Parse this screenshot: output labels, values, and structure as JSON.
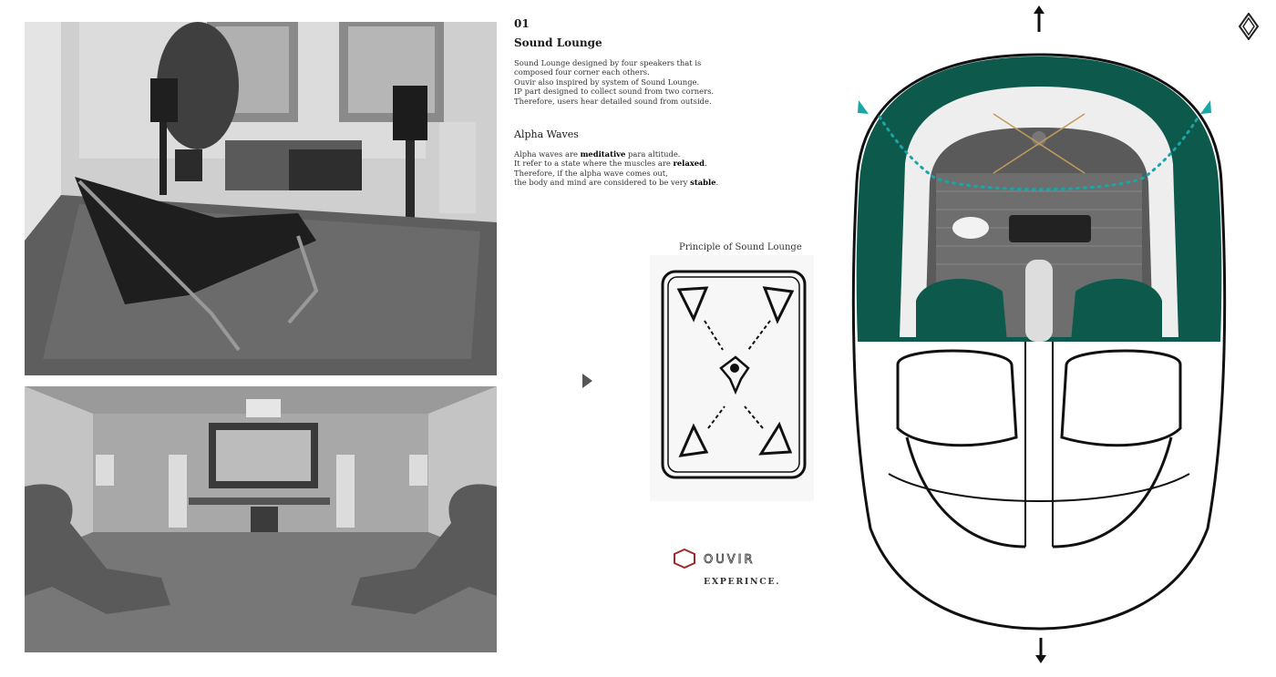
{
  "section": {
    "number": "01",
    "title": "Sound Lounge",
    "description_lines": [
      "Sound Lounge designed by four speakers that is",
      "composed four corner each others.",
      "Ouvir also inspired by system of Sound Lounge.",
      "IP part designed to collect sound from two corners.",
      "Therefore, users hear detailed sound from outside."
    ]
  },
  "alpha": {
    "title": "Alpha Waves",
    "line1": {
      "pre": "Alpha waves are ",
      "bold": "meditative",
      "post": " para altitude."
    },
    "line2": {
      "pre": "It refer to a state where the muscles are ",
      "bold": "relaxed",
      "post": "."
    },
    "line3": "Therefore, if the alpha wave comes out,",
    "line4": {
      "pre": "the body and mind are considered to be very ",
      "bold": "stable",
      "post": "."
    }
  },
  "principle": {
    "title": "Principle of Sound Lounge"
  },
  "brand": {
    "name": "OUVIR",
    "tagline": "EXPERINCE.",
    "accent": "#9c2a2a",
    "interior_green": "#0d5a4c",
    "arrow_teal": "#1aa6a6"
  },
  "icons": {
    "play": "play-icon",
    "arrow_up": "arrow-up-icon",
    "arrow_down": "arrow-down-icon",
    "brand_logo": "diamond-logo-icon"
  }
}
